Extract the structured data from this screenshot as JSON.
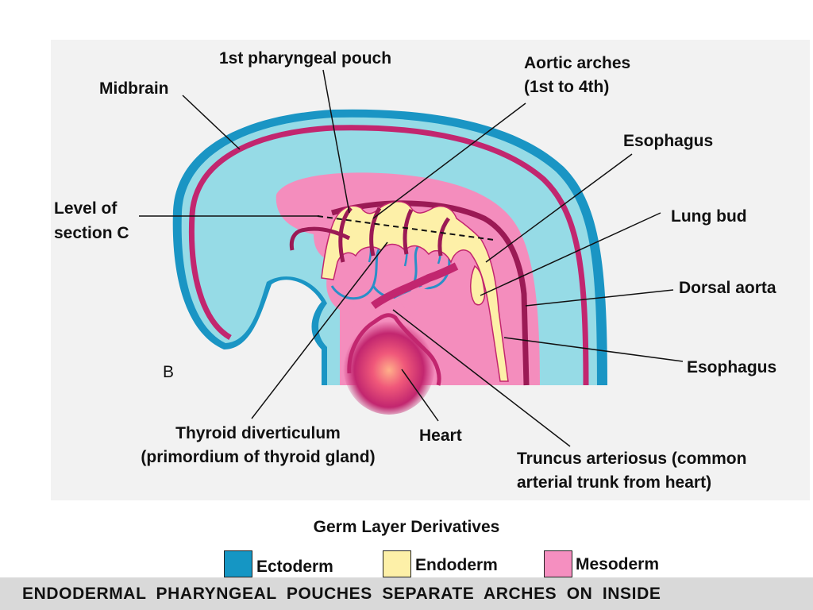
{
  "labels": {
    "pharyngeal_pouch": "1st pharyngeal pouch",
    "aortic_arches_1": "Aortic arches",
    "aortic_arches_2": "(1st to 4th)",
    "midbrain": "Midbrain",
    "esophagus_top": "Esophagus",
    "level_1": "Level of",
    "level_2": "section C",
    "lung_bud": "Lung bud",
    "dorsal_aorta": "Dorsal aorta",
    "panel_letter": "B",
    "esophagus_bottom": "Esophagus",
    "thyroid_1": "Thyroid diverticulum",
    "thyroid_2": "(primordium of thyroid gland)",
    "heart": "Heart",
    "truncus_1": "Truncus arteriosus (common",
    "truncus_2": "arterial trunk from heart)"
  },
  "legend": {
    "title": "Germ Layer Derivatives",
    "items": [
      {
        "label": "Ectoderm",
        "color": "#1596c4"
      },
      {
        "label": "Endoderm",
        "color": "#fdf0a8"
      },
      {
        "label": "Mesoderm",
        "color": "#f58fc0"
      }
    ]
  },
  "footer": {
    "text": "ENDODERMAL  PHARYNGEAL  POUCHES  SEPARATE  ARCHES  ON  INSIDE"
  },
  "colors": {
    "ectoderm_outer": "#1a95c4",
    "ectoderm_fill": "#96dbe6",
    "mesoderm": "#f48dbd",
    "mesoderm_dark": "#c2266f",
    "endoderm": "#fdf0a8",
    "vessel": "#9b1a55",
    "pouch_outline": "#2a8fc8"
  }
}
